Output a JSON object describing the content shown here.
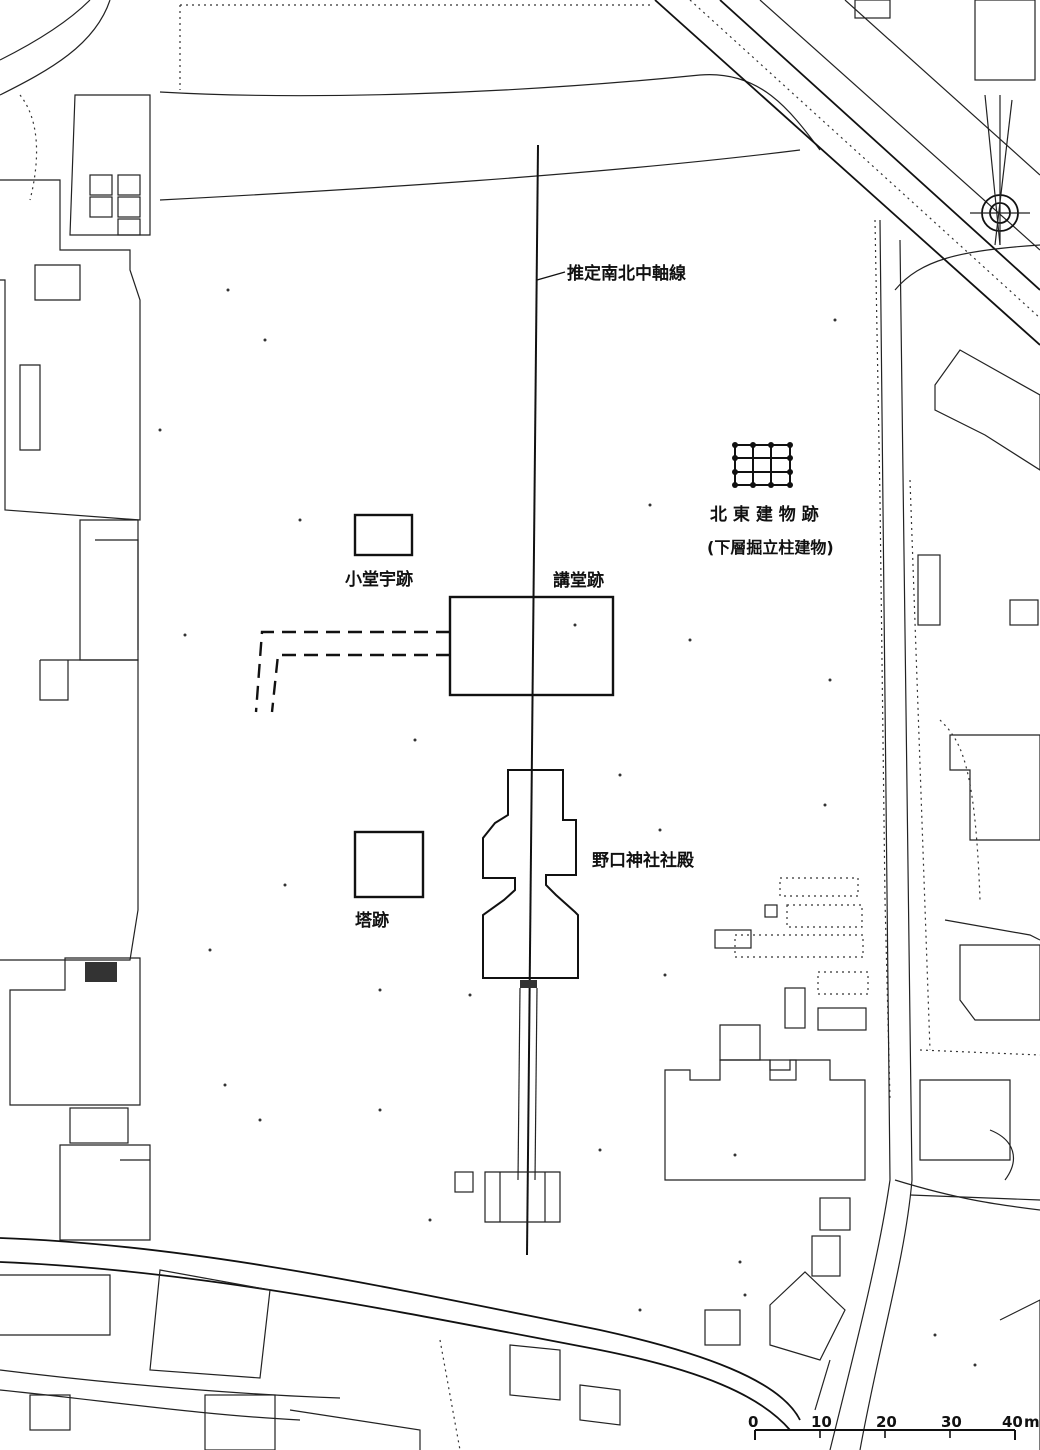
{
  "labels": {
    "axis": "推定南北中軸線",
    "northeast_line1": "北 東 建 物 跡",
    "northeast_line2": "(下層掘立柱建物)",
    "small_hall": "小堂宇跡",
    "lecture_hall": "講堂跡",
    "shrine": "野口神社社殿",
    "pagoda": "塔跡"
  },
  "scale_bar": {
    "ticks": [
      "0",
      "10",
      "20",
      "30",
      "40"
    ],
    "unit": "m"
  },
  "colors": {
    "ink": "#111111",
    "paper": "#ffffff"
  }
}
